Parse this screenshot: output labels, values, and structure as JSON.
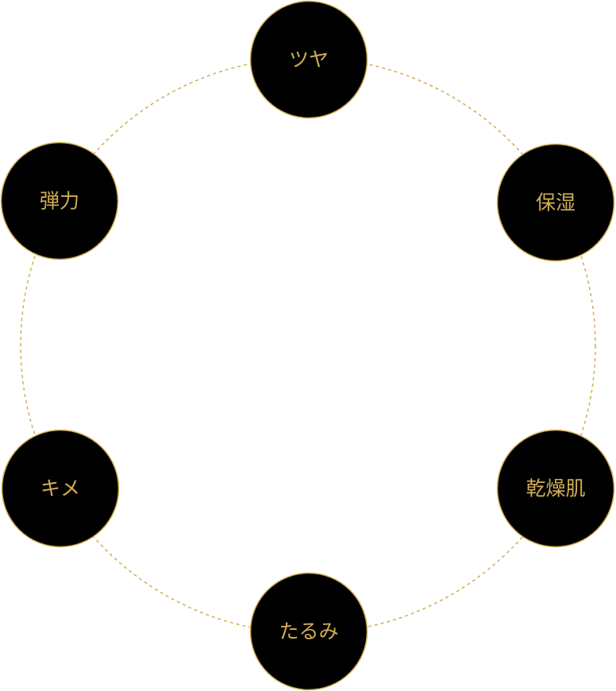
{
  "colors": {
    "accent": "#d1ae55",
    "node_fill": "#000000"
  },
  "nodes": [
    {
      "label": "ツヤ"
    },
    {
      "label": "保湿"
    },
    {
      "label": "乾燥肌"
    },
    {
      "label": "たるみ"
    },
    {
      "label": "キメ"
    },
    {
      "label": "弾力"
    }
  ]
}
